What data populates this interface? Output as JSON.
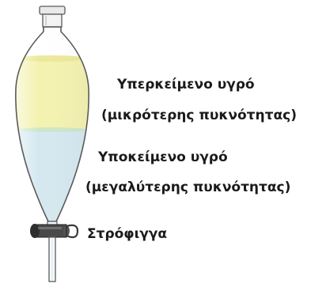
{
  "labels": {
    "upper_liquid_line1": "Υπερκείμενο υγρό",
    "upper_liquid_line2": "(μικρότερης πυκνότητας)",
    "lower_liquid_line1": "Υποκείμενο υγρό",
    "lower_liquid_line2": "(μεγαλύτερης πυκνότητας)",
    "stopcock": "Στρόφιγγα"
  },
  "colors": {
    "upper_liquid": "#f4f2b0",
    "lower_liquid": "#d5e8ef",
    "glass_outline": "#5a5a5a",
    "stopcock_body": "#3a3a3a"
  }
}
